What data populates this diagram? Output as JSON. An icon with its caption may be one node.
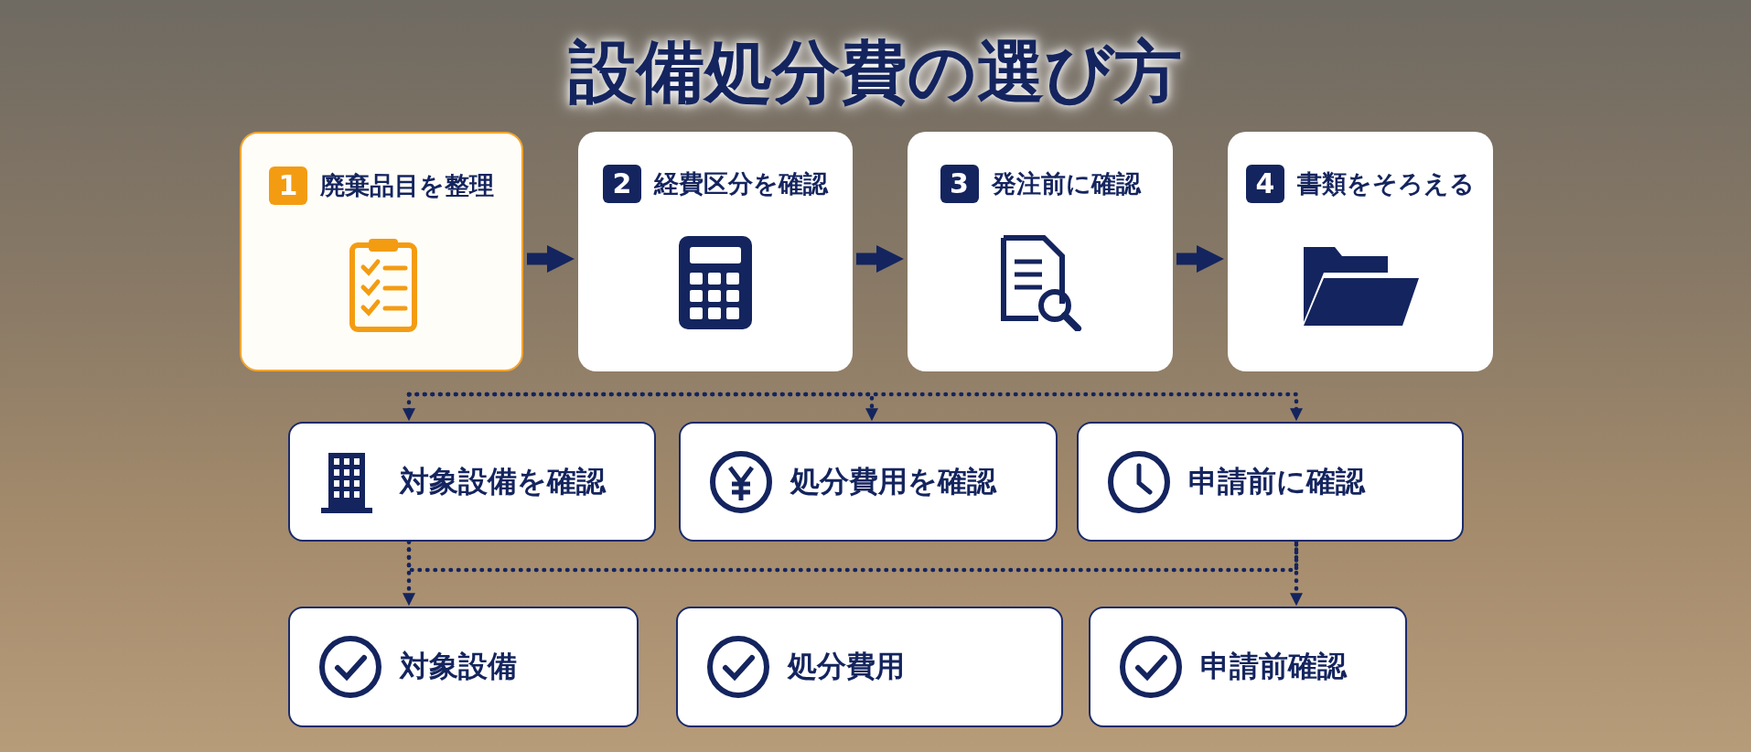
{
  "diagram": {
    "title": "設備処分費の選び方",
    "nodes": [
      {
        "text": [
          "1",
          "廃棄品目を整理"
        ]
      },
      {
        "text": [
          "2",
          "経費区分を確認"
        ]
      },
      {
        "text": [
          "3",
          "発注前に確認"
        ]
      },
      {
        "text": [
          "4",
          "書類をそろえる"
        ]
      },
      {
        "text": [
          "対象設備を確認"
        ]
      },
      {
        "text": [
          "処分費用を確認"
        ]
      },
      {
        "text": [
          "申請前に確認"
        ]
      },
      {
        "text": [
          "対象設備"
        ]
      },
      {
        "text": [
          "処分費用"
        ]
      },
      {
        "text": [
          "申請前確認"
        ]
      }
    ],
    "edges": [
      {
        "from": 0,
        "to": 1,
        "arrow": "to",
        "style": "thick"
      },
      {
        "from": 1,
        "to": 2,
        "arrow": "to",
        "style": "thick"
      },
      {
        "from": 2,
        "to": 3,
        "arrow": "to",
        "style": "thick"
      },
      {
        "from": null,
        "to": 4,
        "arrow": "to",
        "style": "dashed"
      },
      {
        "from": null,
        "to": 5,
        "arrow": "to",
        "style": "dashed"
      },
      {
        "from": null,
        "to": 6,
        "arrow": "to",
        "style": "dashed"
      },
      {
        "from": 4,
        "to": 7,
        "arrow": "to",
        "style": "dashed"
      },
      {
        "from": 6,
        "to": 9,
        "arrow": "to",
        "style": "dashed"
      },
      {
        "from": 4,
        "to": 6,
        "arrow": "none",
        "style": "dashed"
      }
    ]
  }
}
